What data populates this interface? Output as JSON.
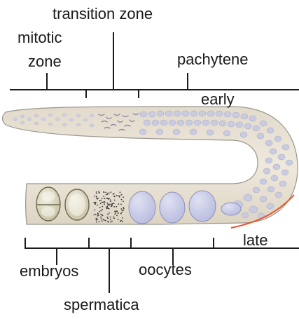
{
  "labels": {
    "transition_zone": "transition zone",
    "mitotic_line1": "mitotic",
    "mitotic_line2": "zone",
    "pachytene": "pachytene",
    "early": "early",
    "late": "late",
    "embryos": "embryos",
    "oocytes": "oocytes",
    "spermatheca": "spermatica"
  },
  "colors": {
    "gonad_fill": "#ede6d8",
    "gonad_outline": "#9a968e",
    "nucleus_fill": "#c9cbe0",
    "oocyte_fill": "#c4c8e6",
    "embryo_fill": "#d7d3bd",
    "late_arc": "#e8532a",
    "line": "#1a1a1a"
  }
}
